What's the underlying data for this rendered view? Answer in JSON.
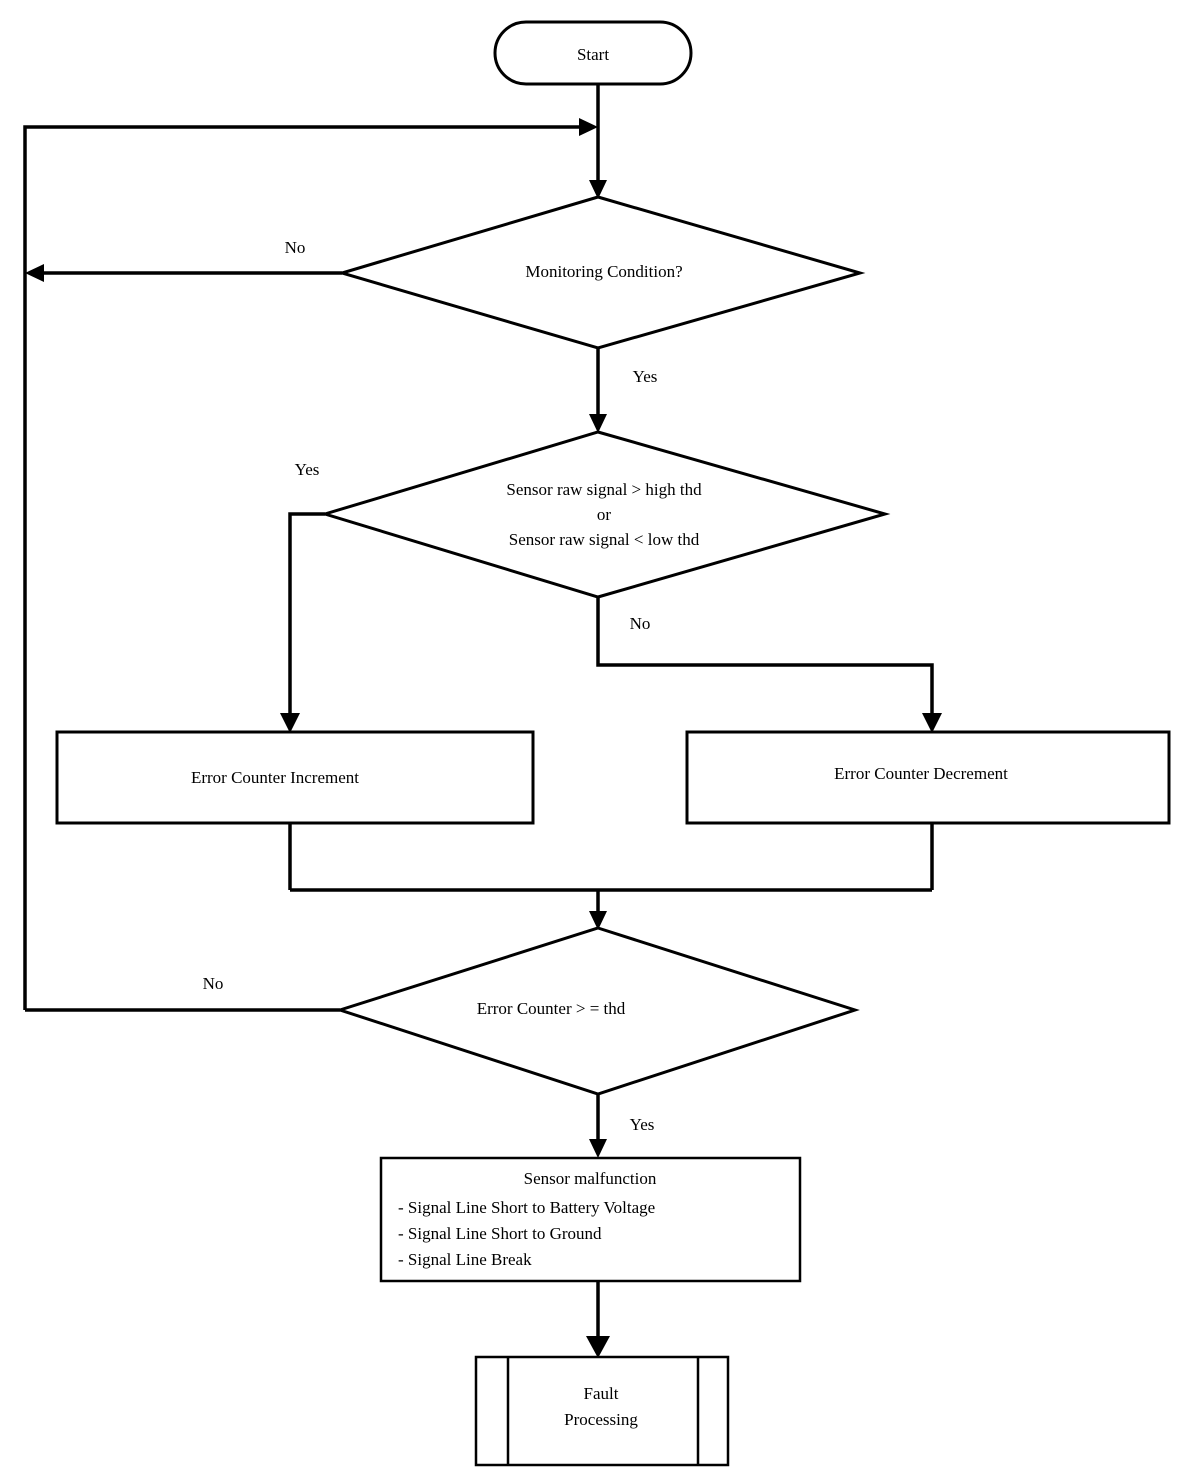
{
  "diagram": {
    "title": "Sensor Fault Monitoring Flowchart",
    "type": "flowchart",
    "background_color": "#ffffff",
    "line_color": "#000000",
    "text_color": "#000000"
  },
  "nodes": {
    "start": {
      "shape": "terminator",
      "label": "Start"
    },
    "monitoring_condition": {
      "shape": "decision",
      "label": "Monitoring Condition?"
    },
    "signal_threshold": {
      "shape": "decision",
      "line1": "Sensor raw signal > high      thd",
      "line2": "or",
      "line3": "Sensor    raw signal < low      thd"
    },
    "error_counter_increment": {
      "shape": "process",
      "label": "Error Counter Increment"
    },
    "error_counter_decrement": {
      "shape": "process",
      "label": "Error Counter Decrement"
    },
    "error_counter_threshold": {
      "shape": "decision",
      "label": "Error Counter > = thd"
    },
    "sensor_malfunction": {
      "shape": "process",
      "heading": "Sensor malfunction",
      "item1": "- Signal Line Short to Battery Voltage",
      "item2": "- Signal Line Short to Ground",
      "item3": "- Signal Line Break"
    },
    "fault_processing": {
      "shape": "predefined-process",
      "line1": "Fault",
      "line2": "Processing"
    }
  },
  "edge_labels": {
    "monitoring_no": "No",
    "monitoring_yes": "Yes",
    "threshold_yes": "Yes",
    "threshold_no": "No",
    "counter_no": "No",
    "counter_yes": "Yes"
  }
}
